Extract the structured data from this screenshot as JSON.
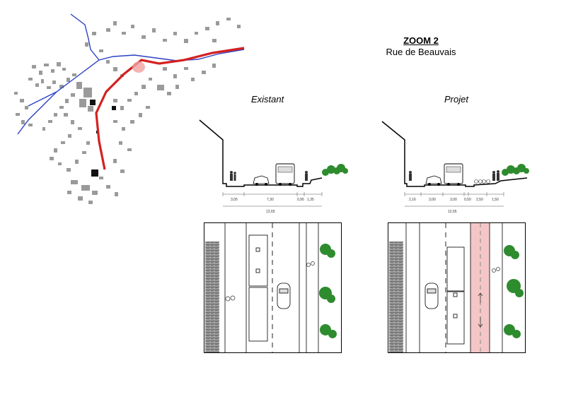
{
  "header": {
    "zoom_title": "ZOOM 2",
    "street_name": "Rue de Beauvais"
  },
  "sections": {
    "existing": {
      "label": "Existant",
      "widths": [
        "3,05",
        "7,30",
        "0,95",
        "1,35"
      ],
      "total": "12,65"
    },
    "project": {
      "label": "Projet",
      "widths": [
        "2,16",
        "3,00",
        "3,00",
        "0,50",
        "2,50",
        "1,50"
      ],
      "total": "12,65"
    }
  },
  "colors": {
    "route": "#d42020",
    "river": "#2a3fc4",
    "bike_lane": "#f5c6c6",
    "buildings": "#9a9a9a"
  }
}
